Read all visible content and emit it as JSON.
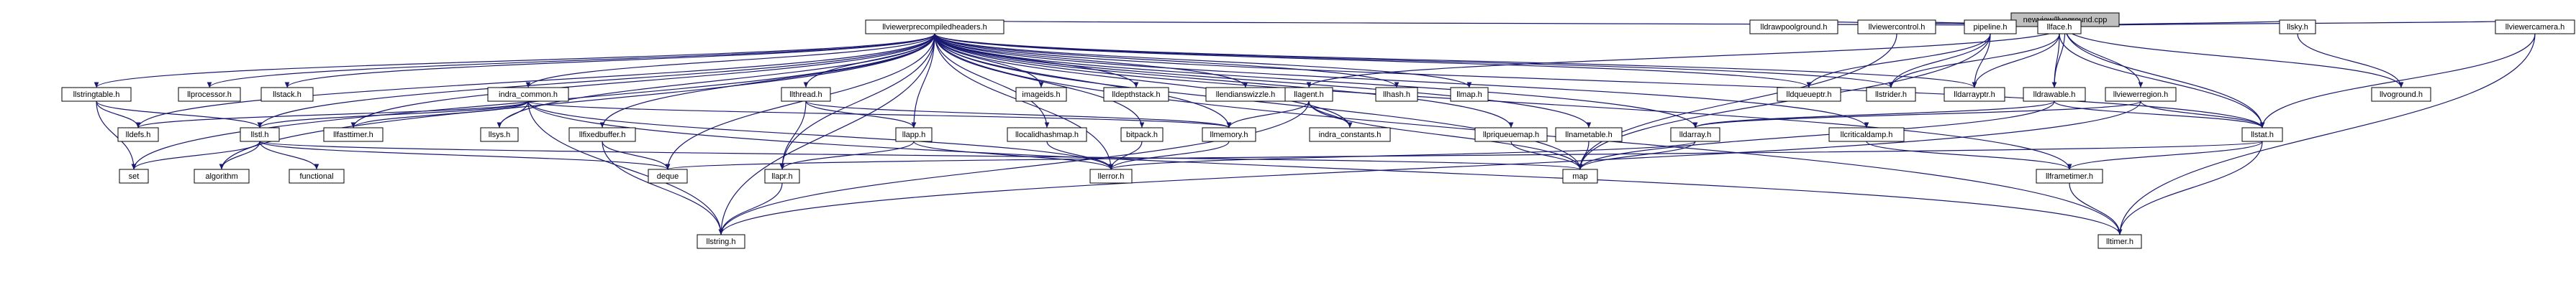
{
  "title": "newview/llvoground.cpp",
  "colors": {
    "edge": "#191970",
    "red_border": "#ff0000",
    "grey_border": "#bfbfbf",
    "black_border": "#000000",
    "root_fill": "#bfbfbf",
    "node_fill": "#ffffff"
  },
  "nodes": {
    "root": "newview/llvoground.cpp",
    "llviewerprecompiledheaders": "llviewerprecompiledheaders.h",
    "lldrawpoolground": "lldrawpoolground.h",
    "llviewercontrol": "llviewercontrol.h",
    "pipeline": "pipeline.h",
    "llface": "llface.h",
    "llsky": "llsky.h",
    "llviewercamera": "llviewercamera.h",
    "llstringtable": "llstringtable.h",
    "llprocessor": "llprocessor.h",
    "llstack": "llstack.h",
    "indra_common": "indra_common.h",
    "llthread": "llthread.h",
    "imageids": "imageids.h",
    "lldepthstack": "lldepthstack.h",
    "llendianswizzle": "llendianswizzle.h",
    "llagent": "llagent.h",
    "llhash": "llhash.h",
    "llmap": "llmap.h",
    "lldqueueptr": "lldqueueptr.h",
    "llstrider": "llstrider.h",
    "lldarrayptr": "lldarrayptr.h",
    "lldrawable": "lldrawable.h",
    "llviewerregion": "llviewerregion.h",
    "llvoground": "llvoground.h",
    "lldefs": "lldefs.h",
    "llstl": "llstl.h",
    "llfasttimer": "llfasttimer.h",
    "llsys": "llsys.h",
    "llfixedbuffer": "llfixedbuffer.h",
    "llapp": "llapp.h",
    "llocalidhashmap": "llocalidhashmap.h",
    "bitpack": "bitpack.h",
    "llmemory": "llmemory.h",
    "indra_constants": "indra_constants.h",
    "llpriqueuemap": "llpriqueuemap.h",
    "llnametable": "llnametable.h",
    "lldarray": "lldarray.h",
    "llcriticaldamp": "llcriticaldamp.h",
    "llstat": "llstat.h",
    "set": "set",
    "algorithm": "algorithm",
    "functional": "functional",
    "deque": "deque",
    "llapr": "llapr.h",
    "llerror": "llerror.h",
    "map": "map",
    "llframetimer": "llframetimer.h",
    "llstring": "llstring.h",
    "lltimer": "lltimer.h"
  }
}
